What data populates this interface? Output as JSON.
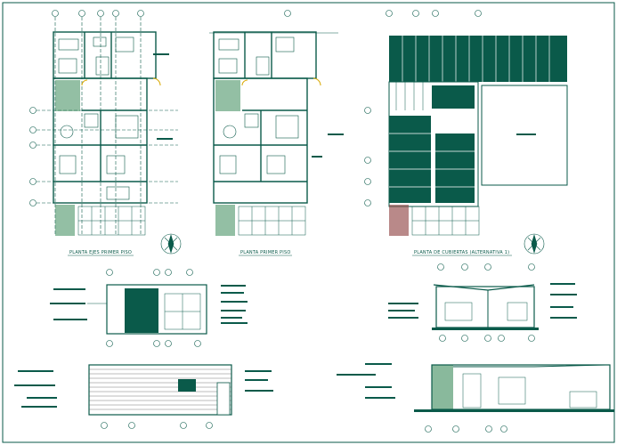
{
  "sheet": {
    "colors": {
      "ink": "#0a5a4a",
      "paper": "#ffffff",
      "hatch": "#3a8a5a",
      "accent": "#d8a800",
      "brick": "#555555"
    }
  },
  "plans": [
    {
      "id": "ejes",
      "caption": "PLANTA EJES PRIMER PISO"
    },
    {
      "id": "primer",
      "caption": "PLANTA PRIMER PISO"
    },
    {
      "id": "cubiertas",
      "caption": "PLANTA DE CUBIERTAS (ALTERNATIVA 1)"
    }
  ],
  "icons": {
    "north_arrow": "compass-rose-icon",
    "axis_bubble": "axis-marker-icon"
  },
  "views": [
    {
      "id": "section-a",
      "caption": ""
    },
    {
      "id": "section-b",
      "caption": ""
    },
    {
      "id": "elevation-front",
      "caption": ""
    },
    {
      "id": "elevation-side",
      "caption": ""
    }
  ]
}
